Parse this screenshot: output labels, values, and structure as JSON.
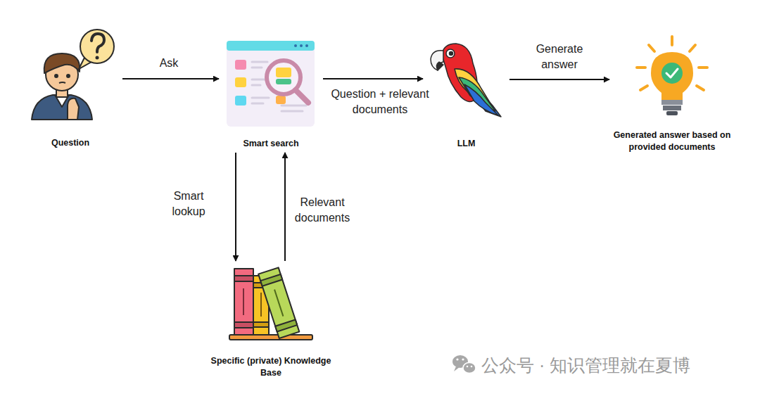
{
  "diagram": {
    "nodes": [
      {
        "text": [
          "Question"
        ]
      },
      {
        "text": [
          "Smart search"
        ]
      },
      {
        "text": [
          "LLM"
        ]
      },
      {
        "text": [
          "Generated answer based on provided documents"
        ]
      },
      {
        "text": [
          "Specific (private) Knowledge Base"
        ]
      }
    ],
    "edges": [
      {
        "from": 0,
        "to": 1,
        "label": "Ask",
        "arrow": "to"
      },
      {
        "from": 1,
        "to": 2,
        "label": "Question + relevant documents",
        "arrow": "to"
      },
      {
        "from": 2,
        "to": 3,
        "label": "Generate answer",
        "arrow": "to"
      },
      {
        "from": 1,
        "to": 4,
        "label": "Smart lookup",
        "arrow": "to"
      },
      {
        "from": 4,
        "to": 1,
        "label": "Relevant documents",
        "arrow": "to"
      }
    ],
    "labels": [
      "公众号 · 知识管理就在夏博"
    ]
  }
}
